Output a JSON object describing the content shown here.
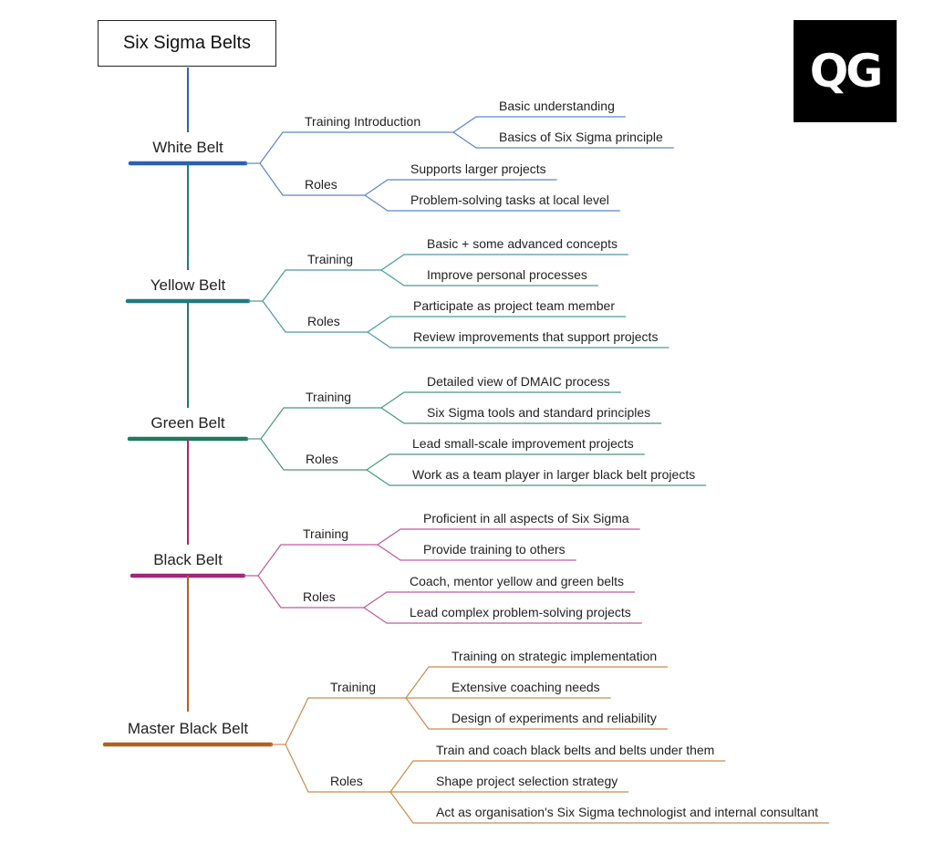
{
  "title": "Six Sigma Belts",
  "logo": {
    "text": "QG",
    "background": "#000000",
    "foreground": "#ffffff"
  },
  "belts": [
    {
      "name": "White Belt",
      "color": "#2b5fb3",
      "branch_color": "#5a86c8",
      "categories": [
        {
          "label": "Training Introduction",
          "items": [
            "Basic understanding",
            "Basics of Six Sigma principle"
          ]
        },
        {
          "label": "Roles",
          "items": [
            "Supports larger projects",
            "Problem-solving tasks at local level"
          ]
        }
      ]
    },
    {
      "name": "Yellow Belt",
      "color": "#1f7a82",
      "branch_color": "#4a9aa0",
      "categories": [
        {
          "label": "Training",
          "items": [
            "Basic + some advanced concepts",
            "Improve personal processes"
          ]
        },
        {
          "label": "Roles",
          "items": [
            "Participate as project team member",
            "Review improvements that support projects"
          ]
        }
      ]
    },
    {
      "name": "Green Belt",
      "color": "#1e7b5e",
      "branch_color": "#47987d",
      "categories": [
        {
          "label": "Training",
          "items": [
            "Detailed view of DMAIC process",
            "Six Sigma tools and standard principles"
          ]
        },
        {
          "label": "Roles",
          "items": [
            "Lead small-scale improvement projects",
            "Work as a team player in larger black belt projects"
          ]
        }
      ]
    },
    {
      "name": "Black Belt",
      "color": "#a3267a",
      "branch_color": "#bf5a9c",
      "categories": [
        {
          "label": "Training",
          "items": [
            "Proficient in all aspects of Six Sigma",
            "Provide training to others"
          ]
        },
        {
          "label": "Roles",
          "items": [
            "Coach, mentor yellow and green belts",
            "Lead complex problem-solving projects"
          ]
        }
      ]
    },
    {
      "name": "Master Black Belt",
      "color": "#b0611e",
      "branch_color": "#cc8a4e",
      "categories": [
        {
          "label": "Training",
          "items": [
            "Training on strategic implementation",
            "Extensive coaching needs",
            "Design of experiments and reliability"
          ]
        },
        {
          "label": "Roles",
          "items": [
            "Train and coach black belts and belts under them",
            "Shape project selection strategy",
            "Act as organisation's Six Sigma technologist and internal consultant"
          ]
        }
      ]
    }
  ]
}
